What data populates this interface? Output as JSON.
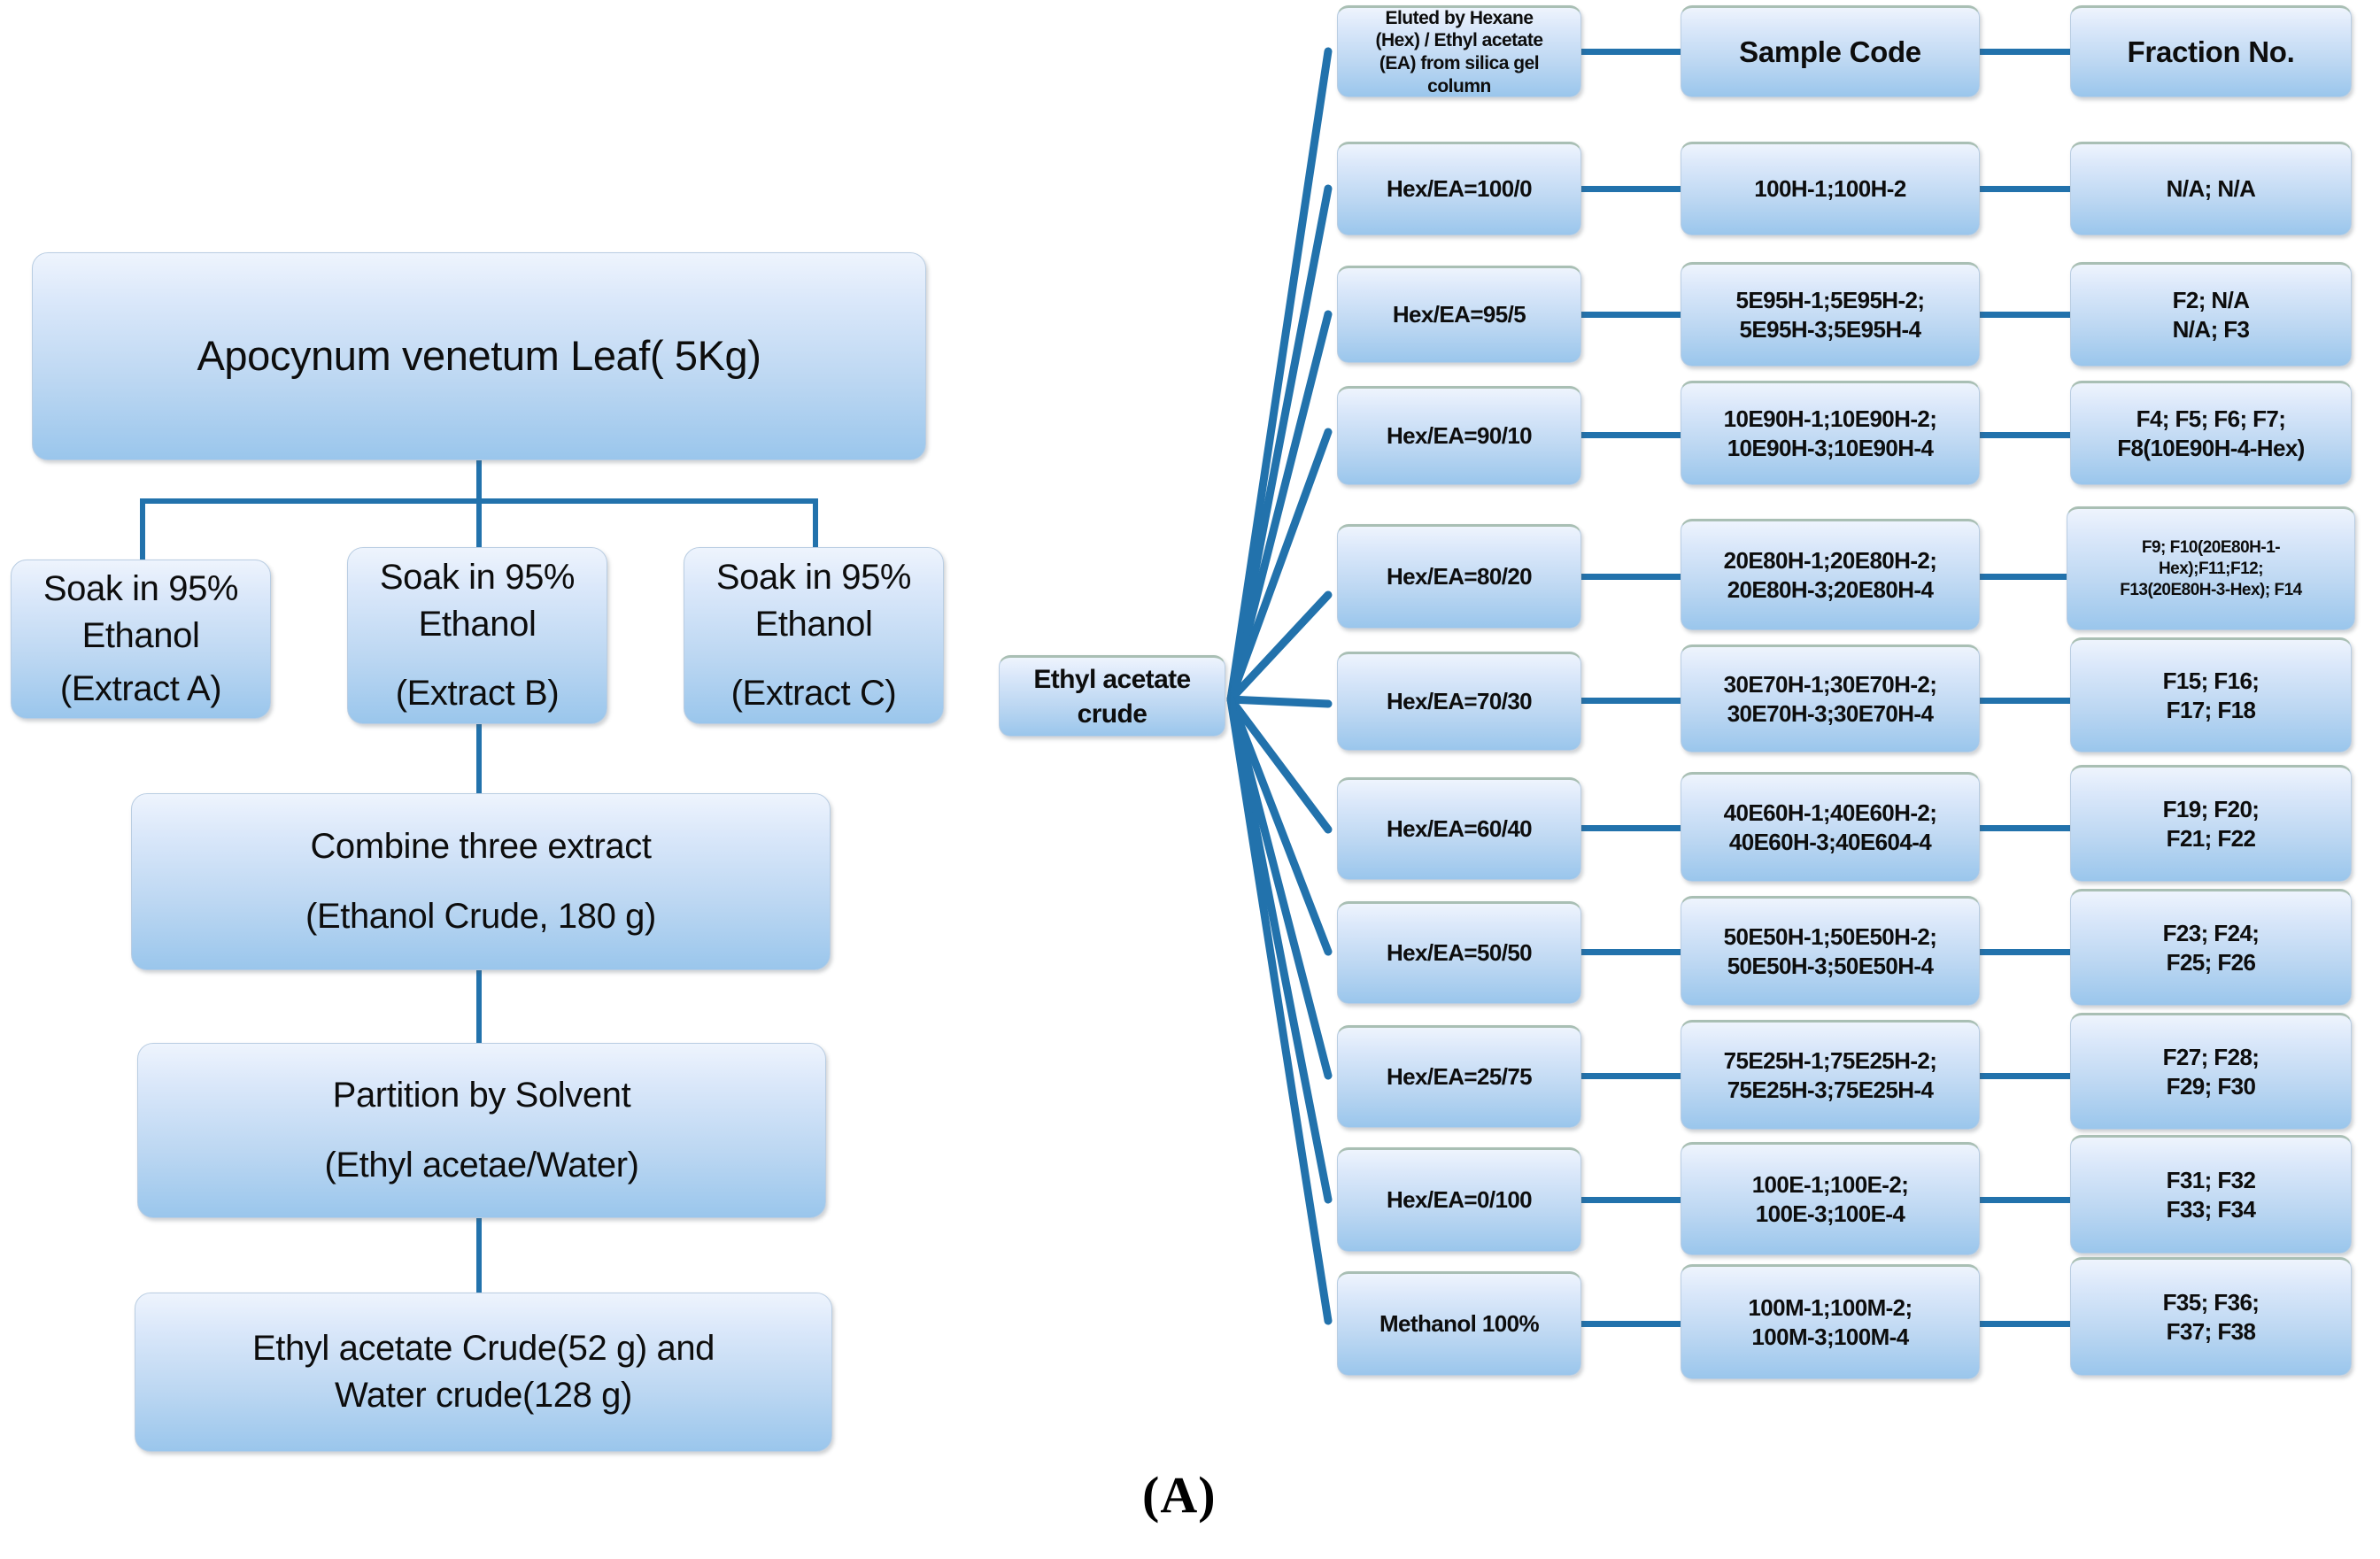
{
  "figure": {
    "panel_label": "(A)",
    "accent_line_color": "#2272ac",
    "node_fill_top": "#eef4fd",
    "node_fill_bottom": "#9ac6ec",
    "node_border_color": "#b9cde2"
  },
  "extraction_flow": {
    "source": {
      "label": "Apocynum venetum Leaf( 5Kg)"
    },
    "soak_steps": [
      {
        "line1": "Soak in 95%",
        "line2": "Ethanol",
        "line3": "(Extract A)"
      },
      {
        "line1": "Soak in 95%",
        "line2": "Ethanol",
        "line3": "(Extract B)"
      },
      {
        "line1": "Soak in 95%",
        "line2": "Ethanol",
        "line3": "(Extract C)"
      }
    ],
    "combine": {
      "line1": "Combine three extract",
      "line2": "(Ethanol Crude, 180 g)"
    },
    "partition": {
      "line1": "Partition by Solvent",
      "line2": "(Ethyl acetae/Water)"
    },
    "result": {
      "line1": "Ethyl acetate Crude(52 g) and",
      "line2": "Water crude(128 g)"
    }
  },
  "fractionation": {
    "hub": {
      "line1": "Ethyl acetate",
      "line2": "crude"
    },
    "headers": {
      "eluent": {
        "line1": "Eluted by Hexane",
        "line2": "(Hex) / Ethyl acetate",
        "line3": "(EA)  from silica gel",
        "line4": "column"
      },
      "sample_code": "Sample Code",
      "fraction_no": "Fraction No."
    },
    "rows": [
      {
        "eluent": [
          "Hex/EA=100/0"
        ],
        "sample_code": [
          "100H-1;100H-2"
        ],
        "fraction_no": [
          "N/A; N/A"
        ]
      },
      {
        "eluent": [
          "Hex/EA=95/5"
        ],
        "sample_code": [
          "5E95H-1;5E95H-2;",
          "5E95H-3;5E95H-4"
        ],
        "fraction_no": [
          "F2; N/A",
          "N/A; F3"
        ]
      },
      {
        "eluent": [
          "Hex/EA=90/10"
        ],
        "sample_code": [
          "10E90H-1;10E90H-2;",
          "10E90H-3;10E90H-4"
        ],
        "fraction_no": [
          "F4; F5; F6; F7;",
          "F8(10E90H-4-Hex)"
        ]
      },
      {
        "eluent": [
          "Hex/EA=80/20"
        ],
        "sample_code": [
          "20E80H-1;20E80H-2;",
          "20E80H-3;20E80H-4"
        ],
        "fraction_no": [
          "F9; F10(20E80H-1-",
          "Hex);F11;F12;",
          "F13(20E80H-3-Hex); F14"
        ]
      },
      {
        "eluent": [
          "Hex/EA=70/30"
        ],
        "sample_code": [
          "30E70H-1;30E70H-2;",
          "30E70H-3;30E70H-4"
        ],
        "fraction_no": [
          "F15; F16;",
          "F17; F18"
        ]
      },
      {
        "eluent": [
          "Hex/EA=60/40"
        ],
        "sample_code": [
          "40E60H-1;40E60H-2;",
          "40E60H-3;40E604-4"
        ],
        "fraction_no": [
          "F19; F20;",
          "F21; F22"
        ]
      },
      {
        "eluent": [
          "Hex/EA=50/50"
        ],
        "sample_code": [
          "50E50H-1;50E50H-2;",
          "50E50H-3;50E50H-4"
        ],
        "fraction_no": [
          "F23; F24;",
          "F25; F26"
        ]
      },
      {
        "eluent": [
          "Hex/EA=25/75"
        ],
        "sample_code": [
          "75E25H-1;75E25H-2;",
          "75E25H-3;75E25H-4"
        ],
        "fraction_no": [
          "F27; F28;",
          "F29; F30"
        ]
      },
      {
        "eluent": [
          "Hex/EA=0/100"
        ],
        "sample_code": [
          "100E-1;100E-2;",
          "100E-3;100E-4"
        ],
        "fraction_no": [
          "F31; F32",
          "F33; F34"
        ]
      },
      {
        "eluent": [
          "Methanol 100%"
        ],
        "sample_code": [
          "100M-1;100M-2;",
          "100M-3;100M-4"
        ],
        "fraction_no": [
          "F35; F36;",
          "F37; F38"
        ]
      }
    ]
  }
}
